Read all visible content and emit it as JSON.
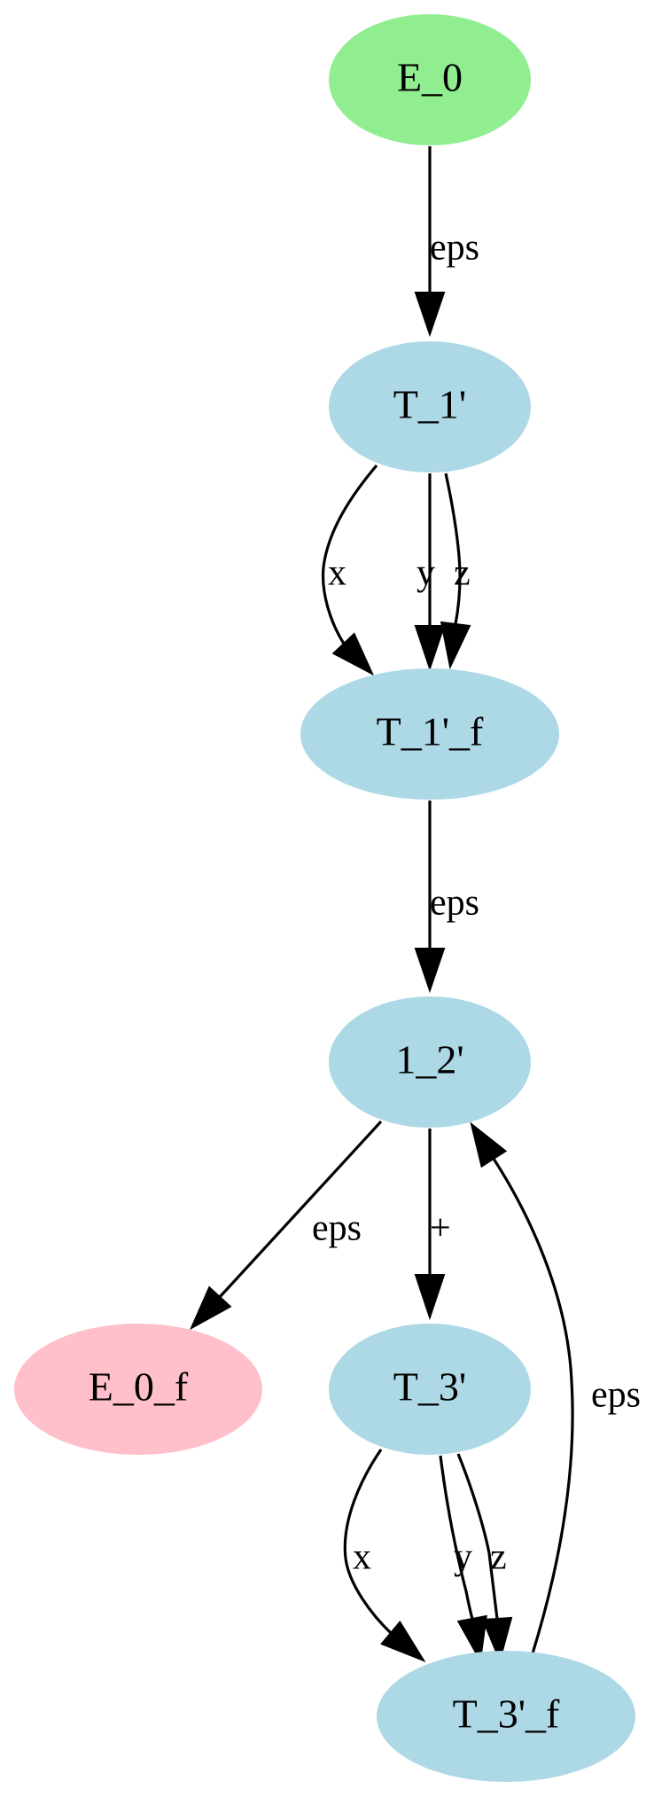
{
  "colors": {
    "start": "#90EE90",
    "final": "#FFC0CB",
    "state": "#ADD8E6",
    "edge": "#000000"
  },
  "nodes": [
    {
      "id": "E_0",
      "label": "E_0",
      "role": "start"
    },
    {
      "id": "T_1p",
      "label": "T_1'",
      "role": "state"
    },
    {
      "id": "T_1p_f",
      "label": "T_1'_f",
      "role": "state"
    },
    {
      "id": "n1_2p",
      "label": "1_2'",
      "role": "state"
    },
    {
      "id": "E_0_f",
      "label": "E_0_f",
      "role": "final"
    },
    {
      "id": "T_3p",
      "label": "T_3'",
      "role": "state"
    },
    {
      "id": "T_3p_f",
      "label": "T_3'_f",
      "role": "state"
    }
  ],
  "edges": [
    {
      "id": "e1",
      "from": "E_0",
      "to": "T_1p",
      "label": "eps"
    },
    {
      "id": "e2",
      "from": "T_1p",
      "to": "T_1p_f",
      "label": "x"
    },
    {
      "id": "e3",
      "from": "T_1p",
      "to": "T_1p_f",
      "label": "y"
    },
    {
      "id": "e4",
      "from": "T_1p",
      "to": "T_1p_f",
      "label": "z"
    },
    {
      "id": "e5",
      "from": "T_1p_f",
      "to": "n1_2p",
      "label": "eps"
    },
    {
      "id": "e6",
      "from": "n1_2p",
      "to": "E_0_f",
      "label": "eps"
    },
    {
      "id": "e7",
      "from": "n1_2p",
      "to": "T_3p",
      "label": "+"
    },
    {
      "id": "e8",
      "from": "T_3p",
      "to": "T_3p_f",
      "label": "x"
    },
    {
      "id": "e9",
      "from": "T_3p",
      "to": "T_3p_f",
      "label": "y"
    },
    {
      "id": "e10",
      "from": "T_3p",
      "to": "T_3p_f",
      "label": "z"
    },
    {
      "id": "e11",
      "from": "T_3p_f",
      "to": "n1_2p",
      "label": "eps"
    }
  ]
}
